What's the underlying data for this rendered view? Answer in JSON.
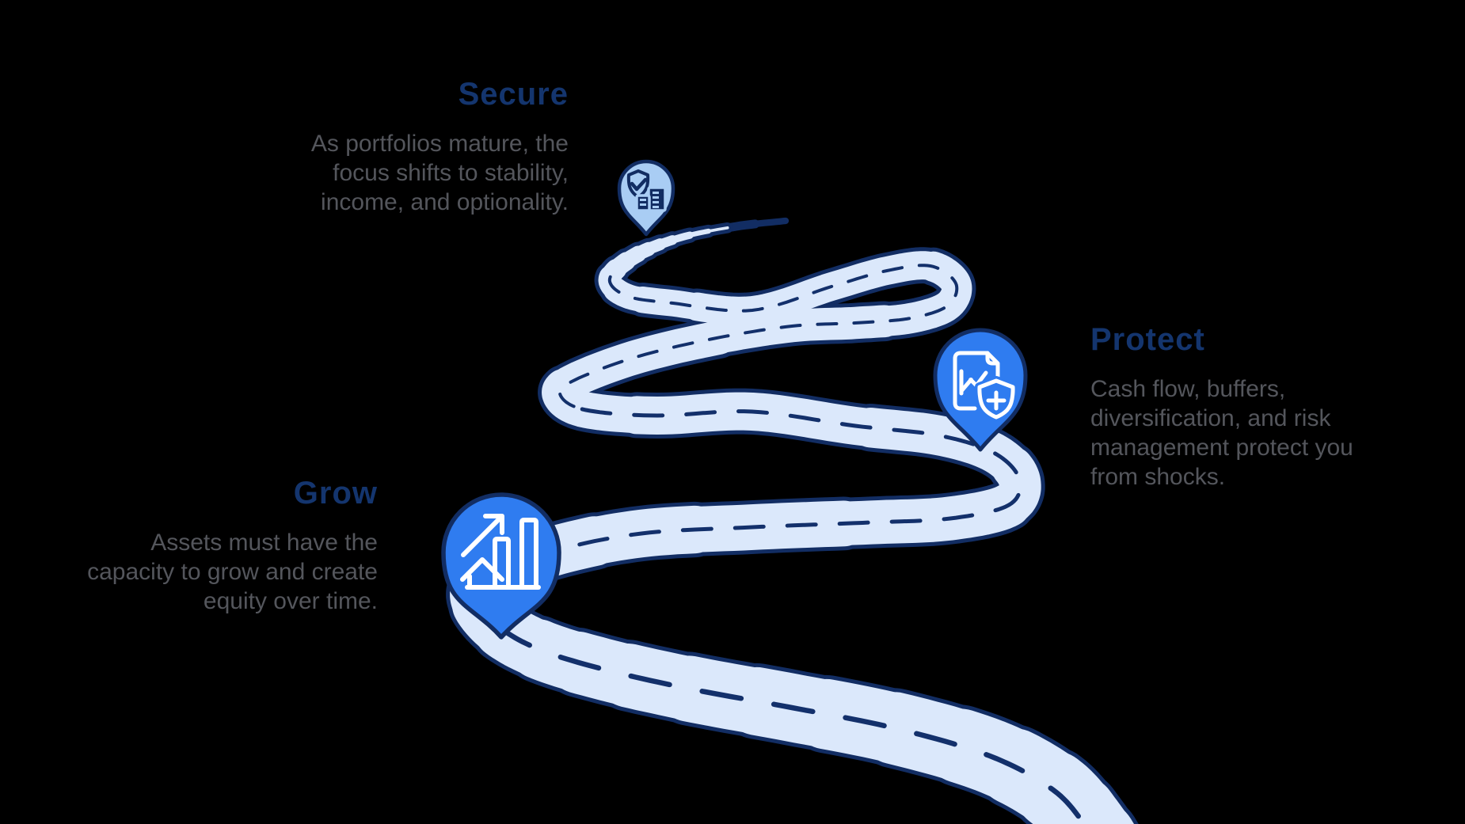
{
  "colors": {
    "background": "#000000",
    "road_fill": "#dbe8fb",
    "road_outline": "#122d63",
    "dash": "#13306b",
    "pin_light_fill": "#a9cdf4",
    "pin_bright_fill": "#2f7cf0",
    "heading": "#14356e",
    "body_text": "#54565c",
    "icon_white": "#ffffff"
  },
  "milestones": [
    {
      "id": "secure",
      "title": "Secure",
      "body": [
        "As portfolios mature, the",
        "focus shifts to stability,",
        "income, and optionality."
      ],
      "icon": "shield-check-building-icon",
      "pin_style": "light"
    },
    {
      "id": "protect",
      "title": "Protect",
      "body": [
        "Cash flow, buffers,",
        "diversification, and risk",
        "management protect you",
        "from shocks."
      ],
      "icon": "document-chart-shield-plus-icon",
      "pin_style": "bright"
    },
    {
      "id": "grow",
      "title": "Grow",
      "body": [
        "Assets must have the",
        "capacity to grow and create",
        "equity over time."
      ],
      "icon": "growth-arrow-house-bars-icon",
      "pin_style": "bright"
    }
  ]
}
